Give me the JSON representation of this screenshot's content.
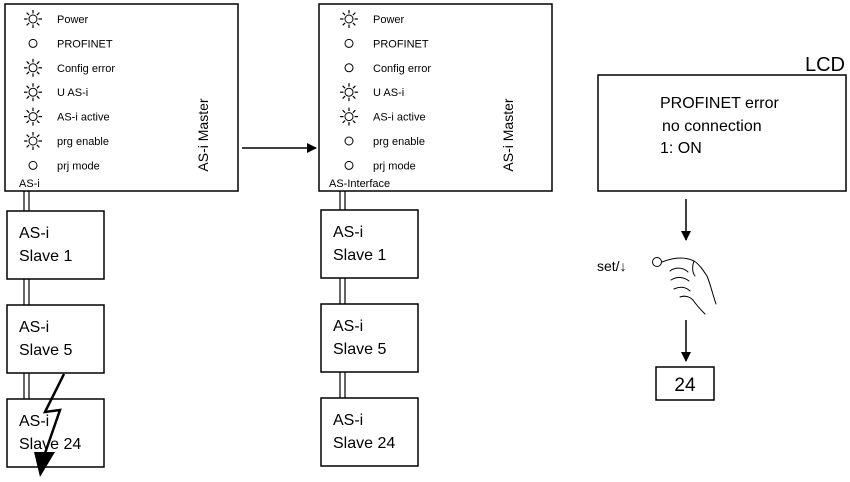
{
  "left_master": {
    "title": "AS-i Master",
    "bus_label": "AS-i",
    "leds": [
      {
        "label": "Power",
        "state": "on"
      },
      {
        "label": "PROFINET",
        "state": "off"
      },
      {
        "label": "Config error",
        "state": "on"
      },
      {
        "label": "U AS-i",
        "state": "on"
      },
      {
        "label": "AS-i active",
        "state": "on"
      },
      {
        "label": "prg enable",
        "state": "on"
      },
      {
        "label": "prj mode",
        "state": "off"
      }
    ],
    "slaves": [
      {
        "line1": "AS-i",
        "line2": "Slave 1"
      },
      {
        "line1": "AS-i",
        "line2": "Slave 5"
      },
      {
        "line1": "AS-i",
        "line2": "Slave 24",
        "faulted": true
      }
    ]
  },
  "right_master": {
    "title": "AS-i Master",
    "bus_label": "AS-Interface",
    "leds": [
      {
        "label": "Power",
        "state": "on"
      },
      {
        "label": "PROFINET",
        "state": "off"
      },
      {
        "label": "Config error",
        "state": "off"
      },
      {
        "label": "U AS-i",
        "state": "on"
      },
      {
        "label": "AS-i active",
        "state": "on"
      },
      {
        "label": "prg enable",
        "state": "off"
      },
      {
        "label": "prj mode",
        "state": "off"
      }
    ],
    "slaves": [
      {
        "line1": "AS-i",
        "line2": "Slave 1"
      },
      {
        "line1": "AS-i",
        "line2": "Slave 5"
      },
      {
        "line1": "AS-i",
        "line2": "Slave 24"
      }
    ]
  },
  "lcd": {
    "title": "LCD",
    "lines": [
      "PROFINET error",
      "no connection",
      "1: ON"
    ],
    "button_label": "set/↓",
    "result": "24"
  }
}
